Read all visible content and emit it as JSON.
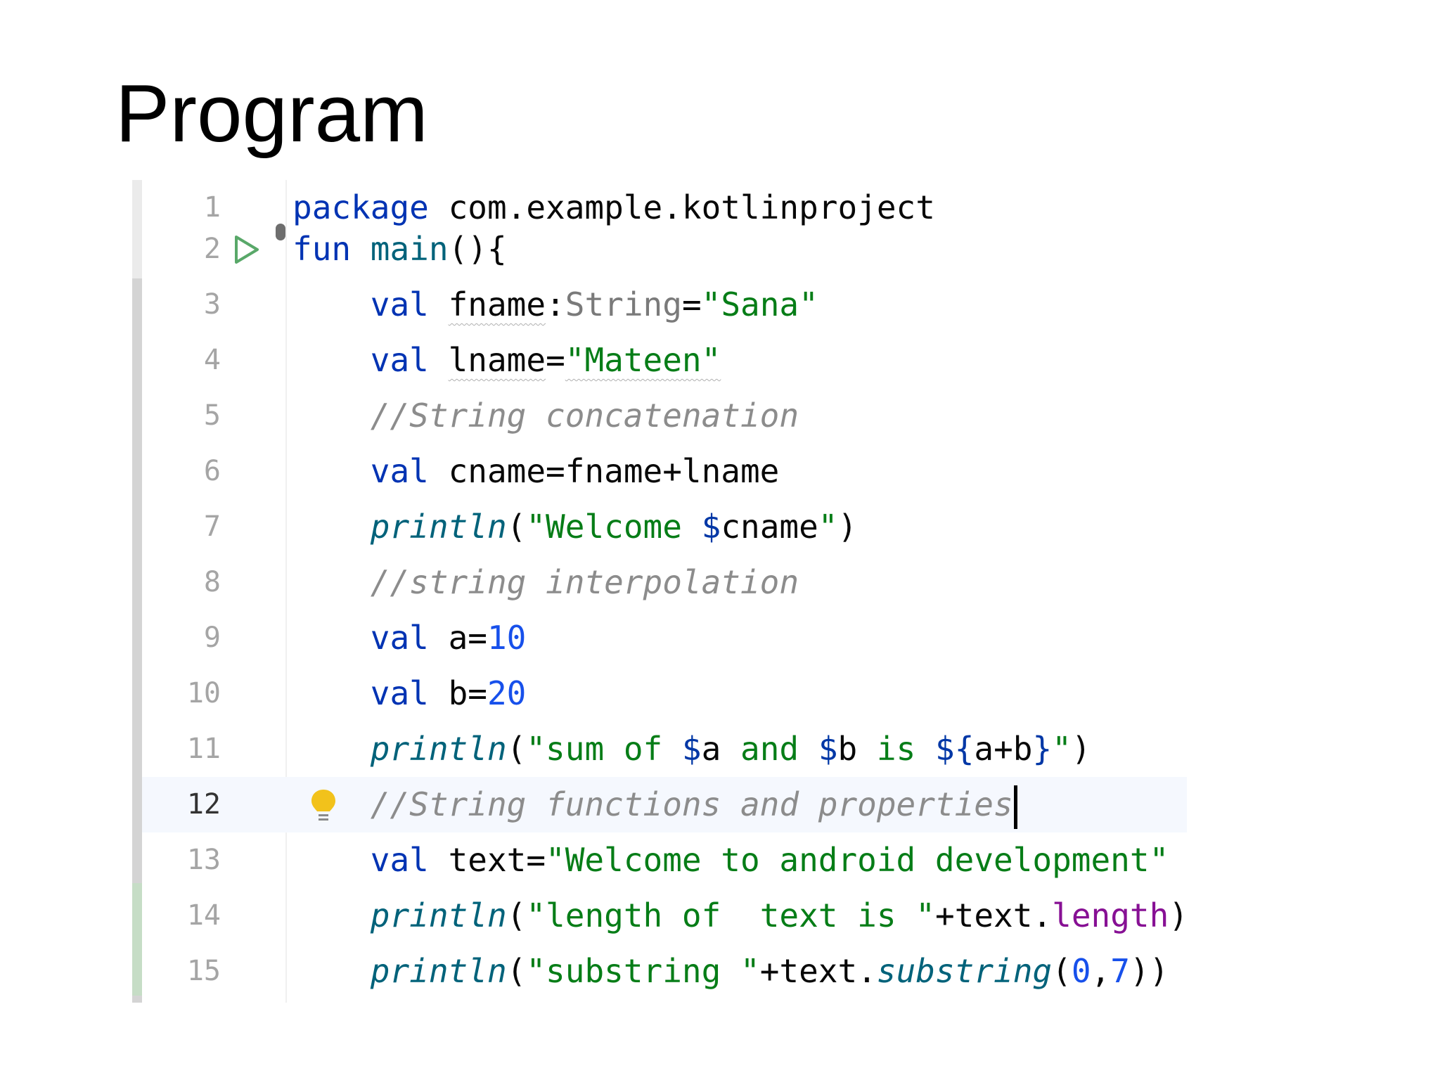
{
  "slide": {
    "title": "Program"
  },
  "editor": {
    "current_line": 12,
    "lines": [
      {
        "number": "1",
        "segments": [
          "package",
          " com.example.kotlinproject"
        ]
      },
      {
        "number": "2",
        "segments": [
          "fun",
          " ",
          "main",
          "(){"
        ],
        "gutter_icon": "run-icon"
      },
      {
        "number": "3",
        "indent": "    ",
        "segments": [
          "val",
          " ",
          "fname",
          ":",
          "String",
          "=",
          "\"Sana\""
        ]
      },
      {
        "number": "4",
        "indent": "    ",
        "segments": [
          "val",
          " ",
          "lname",
          "=",
          "\"Mateen\""
        ]
      },
      {
        "number": "5",
        "indent": "    ",
        "segments": [
          "//String concatenation"
        ]
      },
      {
        "number": "6",
        "indent": "    ",
        "segments": [
          "val",
          " cname=fname+lname"
        ]
      },
      {
        "number": "7",
        "indent": "    ",
        "segments": [
          "println",
          "(",
          "\"Welcome ",
          "$",
          "cname",
          "\"",
          ")"
        ]
      },
      {
        "number": "8",
        "indent": "    ",
        "segments": [
          "//string interpolation"
        ]
      },
      {
        "number": "9",
        "indent": "    ",
        "segments": [
          "val",
          " a=",
          "10"
        ]
      },
      {
        "number": "10",
        "indent": "    ",
        "segments": [
          "val",
          " b=",
          "20"
        ]
      },
      {
        "number": "11",
        "indent": "    ",
        "segments": [
          "println",
          "(",
          "\"sum of ",
          "$",
          "a",
          " and ",
          "$",
          "b",
          " is ",
          "${",
          "a+b",
          "}",
          "\"",
          ")"
        ]
      },
      {
        "number": "12",
        "indent": "    ",
        "segments": [
          "//String functions and properties"
        ],
        "gutter_icon": "lightbulb-icon"
      },
      {
        "number": "13",
        "indent": "    ",
        "segments": [
          "val",
          " text=",
          "\"Welcome to android development\""
        ]
      },
      {
        "number": "14",
        "indent": "    ",
        "segments": [
          "println",
          "(",
          "\"length of  text is \"",
          "+text.",
          "length",
          ")"
        ]
      },
      {
        "number": "15",
        "indent": "    ",
        "segments": [
          "println",
          "(",
          "\"substring \"",
          "+text.",
          "substring",
          "(",
          "0",
          ",",
          "7",
          "))"
        ]
      }
    ]
  },
  "colors": {
    "keyword": "#0033b3",
    "function": "#00627a",
    "string": "#067d17",
    "number": "#1750eb",
    "comment": "#8c8c8c",
    "property": "#871094",
    "run_icon": "#59a869",
    "lightbulb": "#f2c21b"
  }
}
